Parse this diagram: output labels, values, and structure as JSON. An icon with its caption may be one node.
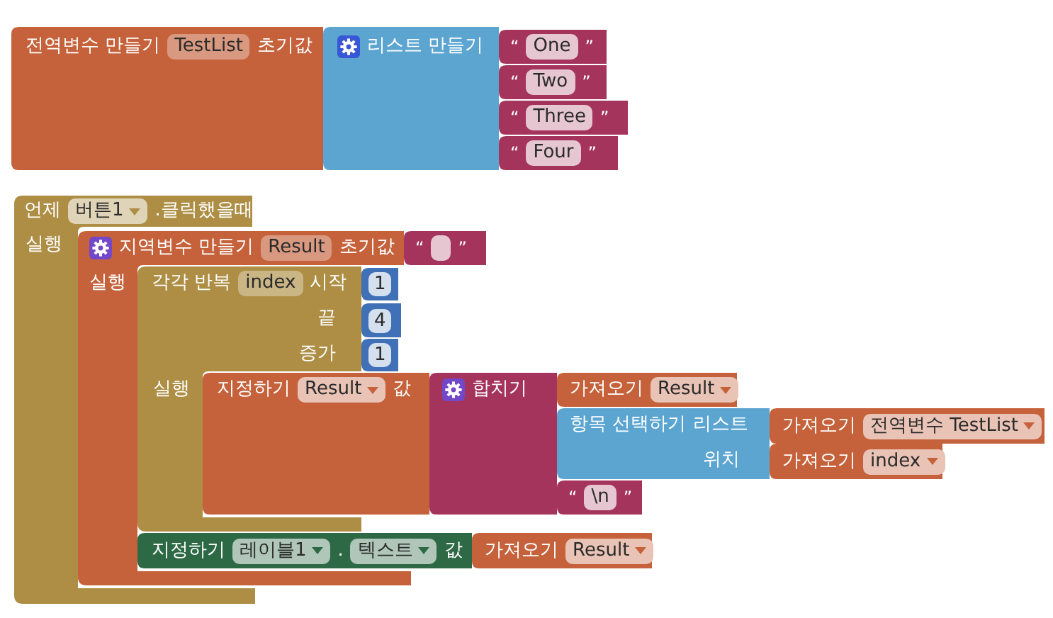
{
  "diagram": {
    "nodes": [
      {
        "text": [
          "전역변수 만들기",
          "TestList",
          "초기값"
        ]
      },
      {
        "text": [
          "리스트 만들기"
        ]
      },
      {
        "text": [
          "“",
          "One",
          "”"
        ]
      },
      {
        "text": [
          "“",
          "Two",
          "”"
        ]
      },
      {
        "text": [
          "“",
          "Three",
          "”"
        ]
      },
      {
        "text": [
          "“",
          "Four",
          "”"
        ]
      },
      {
        "text": [
          "언제",
          "버튼1",
          ".클릭했을때",
          "실행"
        ]
      },
      {
        "text": [
          "지역변수 만들기",
          "Result",
          "초기값",
          "실행"
        ]
      },
      {
        "text": [
          "“",
          "”"
        ]
      },
      {
        "text": [
          "각각 반복",
          "index",
          "시작",
          "끝",
          "증가",
          "실행"
        ]
      },
      {
        "text": [
          "1"
        ]
      },
      {
        "text": [
          "4"
        ]
      },
      {
        "text": [
          "1"
        ]
      },
      {
        "text": [
          "지정하기",
          "Result",
          "값"
        ]
      },
      {
        "text": [
          "합치기"
        ]
      },
      {
        "text": [
          "가져오기",
          "Result"
        ]
      },
      {
        "text": [
          "항목 선택하기",
          "리스트",
          "위치"
        ]
      },
      {
        "text": [
          "가져오기",
          "전역변수 TestList"
        ]
      },
      {
        "text": [
          "가져오기",
          "index"
        ]
      },
      {
        "text": [
          "“",
          "\\n",
          "”"
        ]
      },
      {
        "text": [
          "지정하기",
          "레이블1",
          ".",
          "텍스트",
          "값"
        ]
      },
      {
        "text": [
          "가져오기",
          "Result"
        ]
      }
    ]
  }
}
